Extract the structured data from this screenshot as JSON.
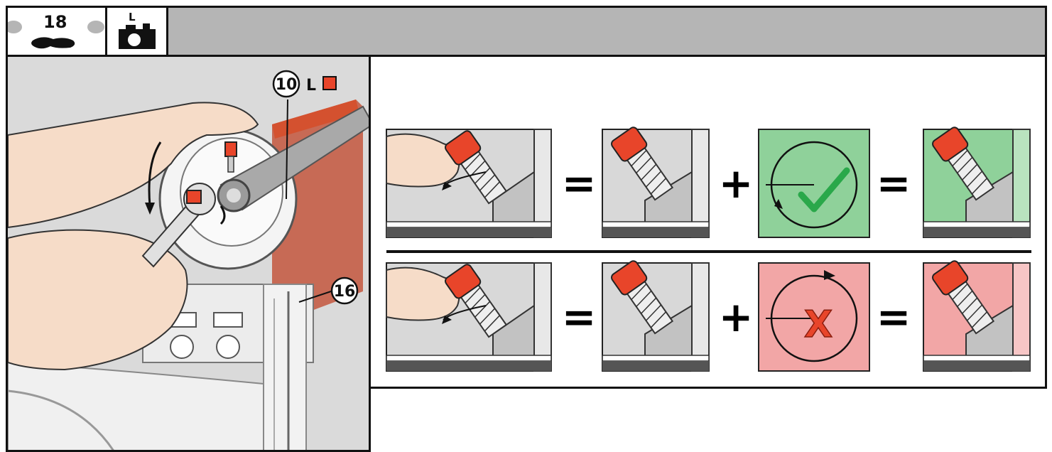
{
  "header": {
    "step_number": "18",
    "tool_letter": "L"
  },
  "main_image": {
    "callout_part": "10",
    "callout_tool": "L",
    "callout_component": "16",
    "accent_color": "#e8452a"
  },
  "instructions": {
    "operators": [
      "=",
      "+",
      "="
    ],
    "correct_row": {
      "result_color": "#8fd19a",
      "status": "correct"
    },
    "incorrect_row": {
      "result_color": "#f2a6a6",
      "status": "incorrect",
      "mark": "X"
    }
  },
  "colors": {
    "bolt_head": "#e8452a",
    "check": "#2aa84a",
    "cross": "#e8452a",
    "header_bar": "#b5b5b5",
    "panel_grey": "#d8d8d8"
  }
}
